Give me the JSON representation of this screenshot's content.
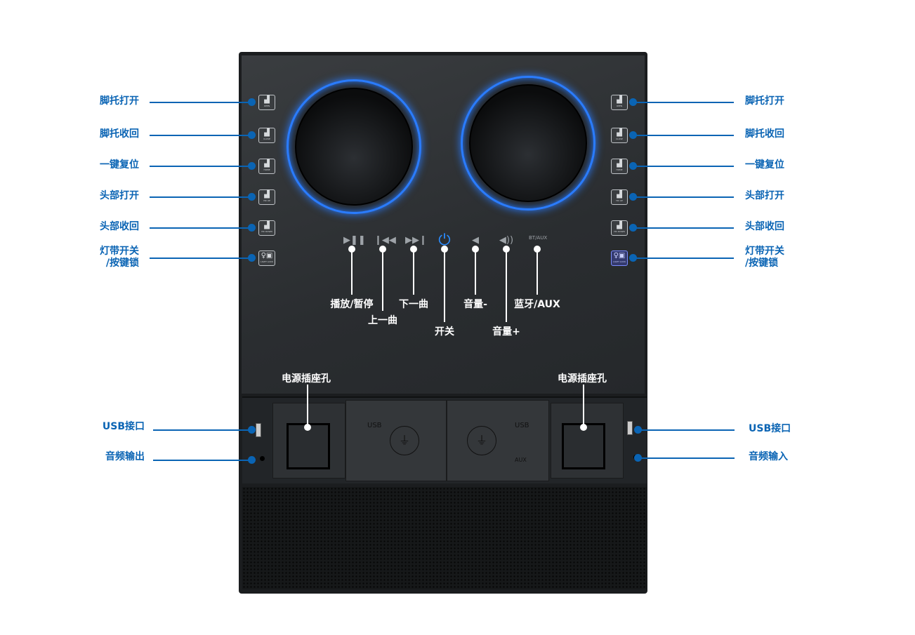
{
  "left_callouts": [
    "脚托打开",
    "脚托收回",
    "一键复位",
    "头部打开",
    "头部收回",
    "灯带开关\n/按键锁"
  ],
  "right_callouts": [
    "脚托打开",
    "脚托收回",
    "一键复位",
    "头部打开",
    "头部收回",
    "灯带开关\n/按键锁"
  ],
  "button_captions": [
    "OPEN",
    "CLOSE",
    "HOME",
    "HD UP",
    "HD DOWN",
    "LIGHT LOCK"
  ],
  "media_icons": [
    {
      "icon": "play-pause-icon",
      "glyph": "▶❚❚",
      "label": "播放/暂停"
    },
    {
      "icon": "previous-track-icon",
      "glyph": "❙◀◀",
      "label": "上一曲"
    },
    {
      "icon": "next-track-icon",
      "glyph": "▶▶❙",
      "label": "下一曲"
    },
    {
      "icon": "power-icon",
      "glyph": "⏻",
      "label": "开关"
    },
    {
      "icon": "volume-down-icon",
      "glyph": "◀",
      "label": "音量-"
    },
    {
      "icon": "volume-up-icon",
      "glyph": "◀))",
      "label": "音量+"
    },
    {
      "icon": "bluetooth-aux-icon",
      "glyph": "BT/AUX",
      "label": "蓝牙/AUX"
    }
  ],
  "bottom": {
    "socket_left": "电源插座孔",
    "socket_right": "电源插座孔",
    "usb_left": "USB接口",
    "audio_out": "音频输出",
    "usb_right": "USB接口",
    "audio_in": "音频输入",
    "module_left_text": "USB",
    "module_right_text": "USB",
    "module_right_sub": "AUX"
  },
  "colors": {
    "callout": "#0a64b4",
    "ring": "#2a7cff"
  }
}
